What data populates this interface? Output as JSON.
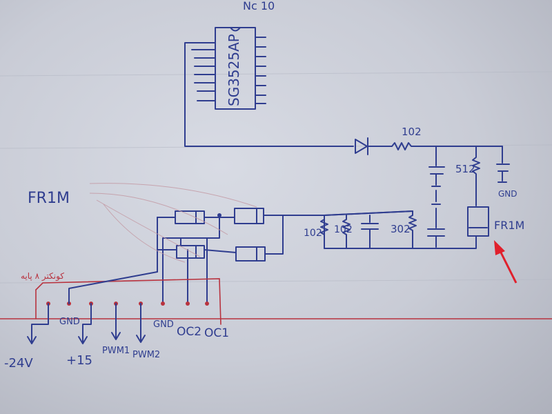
{
  "labels": {
    "top_note": "Nc 10",
    "ic": "SG3525AP",
    "r_top": "102",
    "r_512": "512",
    "gnd_right": "GND",
    "fr1m_right": "FR1M",
    "fr1m_left": "FR1M",
    "r_102a": "102",
    "r_102b": "102",
    "r_302": "302",
    "red_annotation": "کونکتر ۸ پایه"
  },
  "connector": {
    "pins": [
      "-24V",
      "GND",
      "+15",
      "PWM1",
      "PWM2",
      "GND",
      "OC2",
      "OC1"
    ]
  },
  "colors": {
    "ink": "#2f3d8f",
    "red_ink": "#b8323e",
    "paper": "#c9ccd6"
  }
}
